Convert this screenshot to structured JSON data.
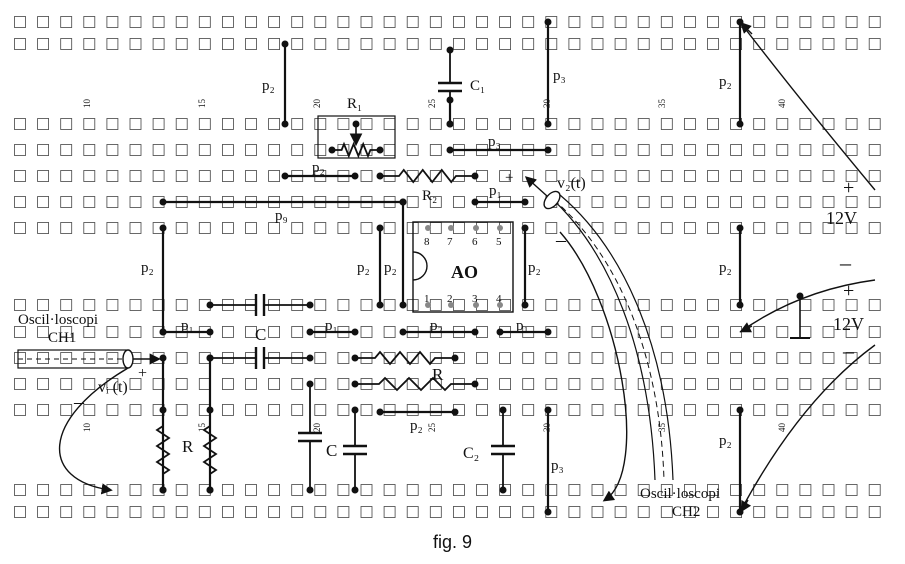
{
  "figure": {
    "caption": "fig. 9",
    "column_numbers": [
      "10",
      "15",
      "20",
      "25",
      "30",
      "35",
      "40"
    ],
    "labels": {
      "p2": "p₂",
      "p1": "p₁",
      "p3": "p₃",
      "p9": "p₉",
      "R1": "R₁",
      "R2": "R₂",
      "C1": "C₁",
      "C2": "C₂",
      "R": "R",
      "C": "C",
      "AO": "AO",
      "v2": "v₂(t)",
      "vi": "vᵢ (t)",
      "v12": "12V",
      "plus": "+",
      "minus": "–"
    },
    "ic_pins_top": [
      "8",
      "7",
      "6",
      "5"
    ],
    "ic_pins_bottom": [
      "1",
      "2",
      "3",
      "4"
    ],
    "scope1": {
      "line1": "Oscil·loscopi",
      "line2": "CH1"
    },
    "scope2": {
      "line1": "Oscil·loscopi",
      "line2": "CH2"
    }
  }
}
